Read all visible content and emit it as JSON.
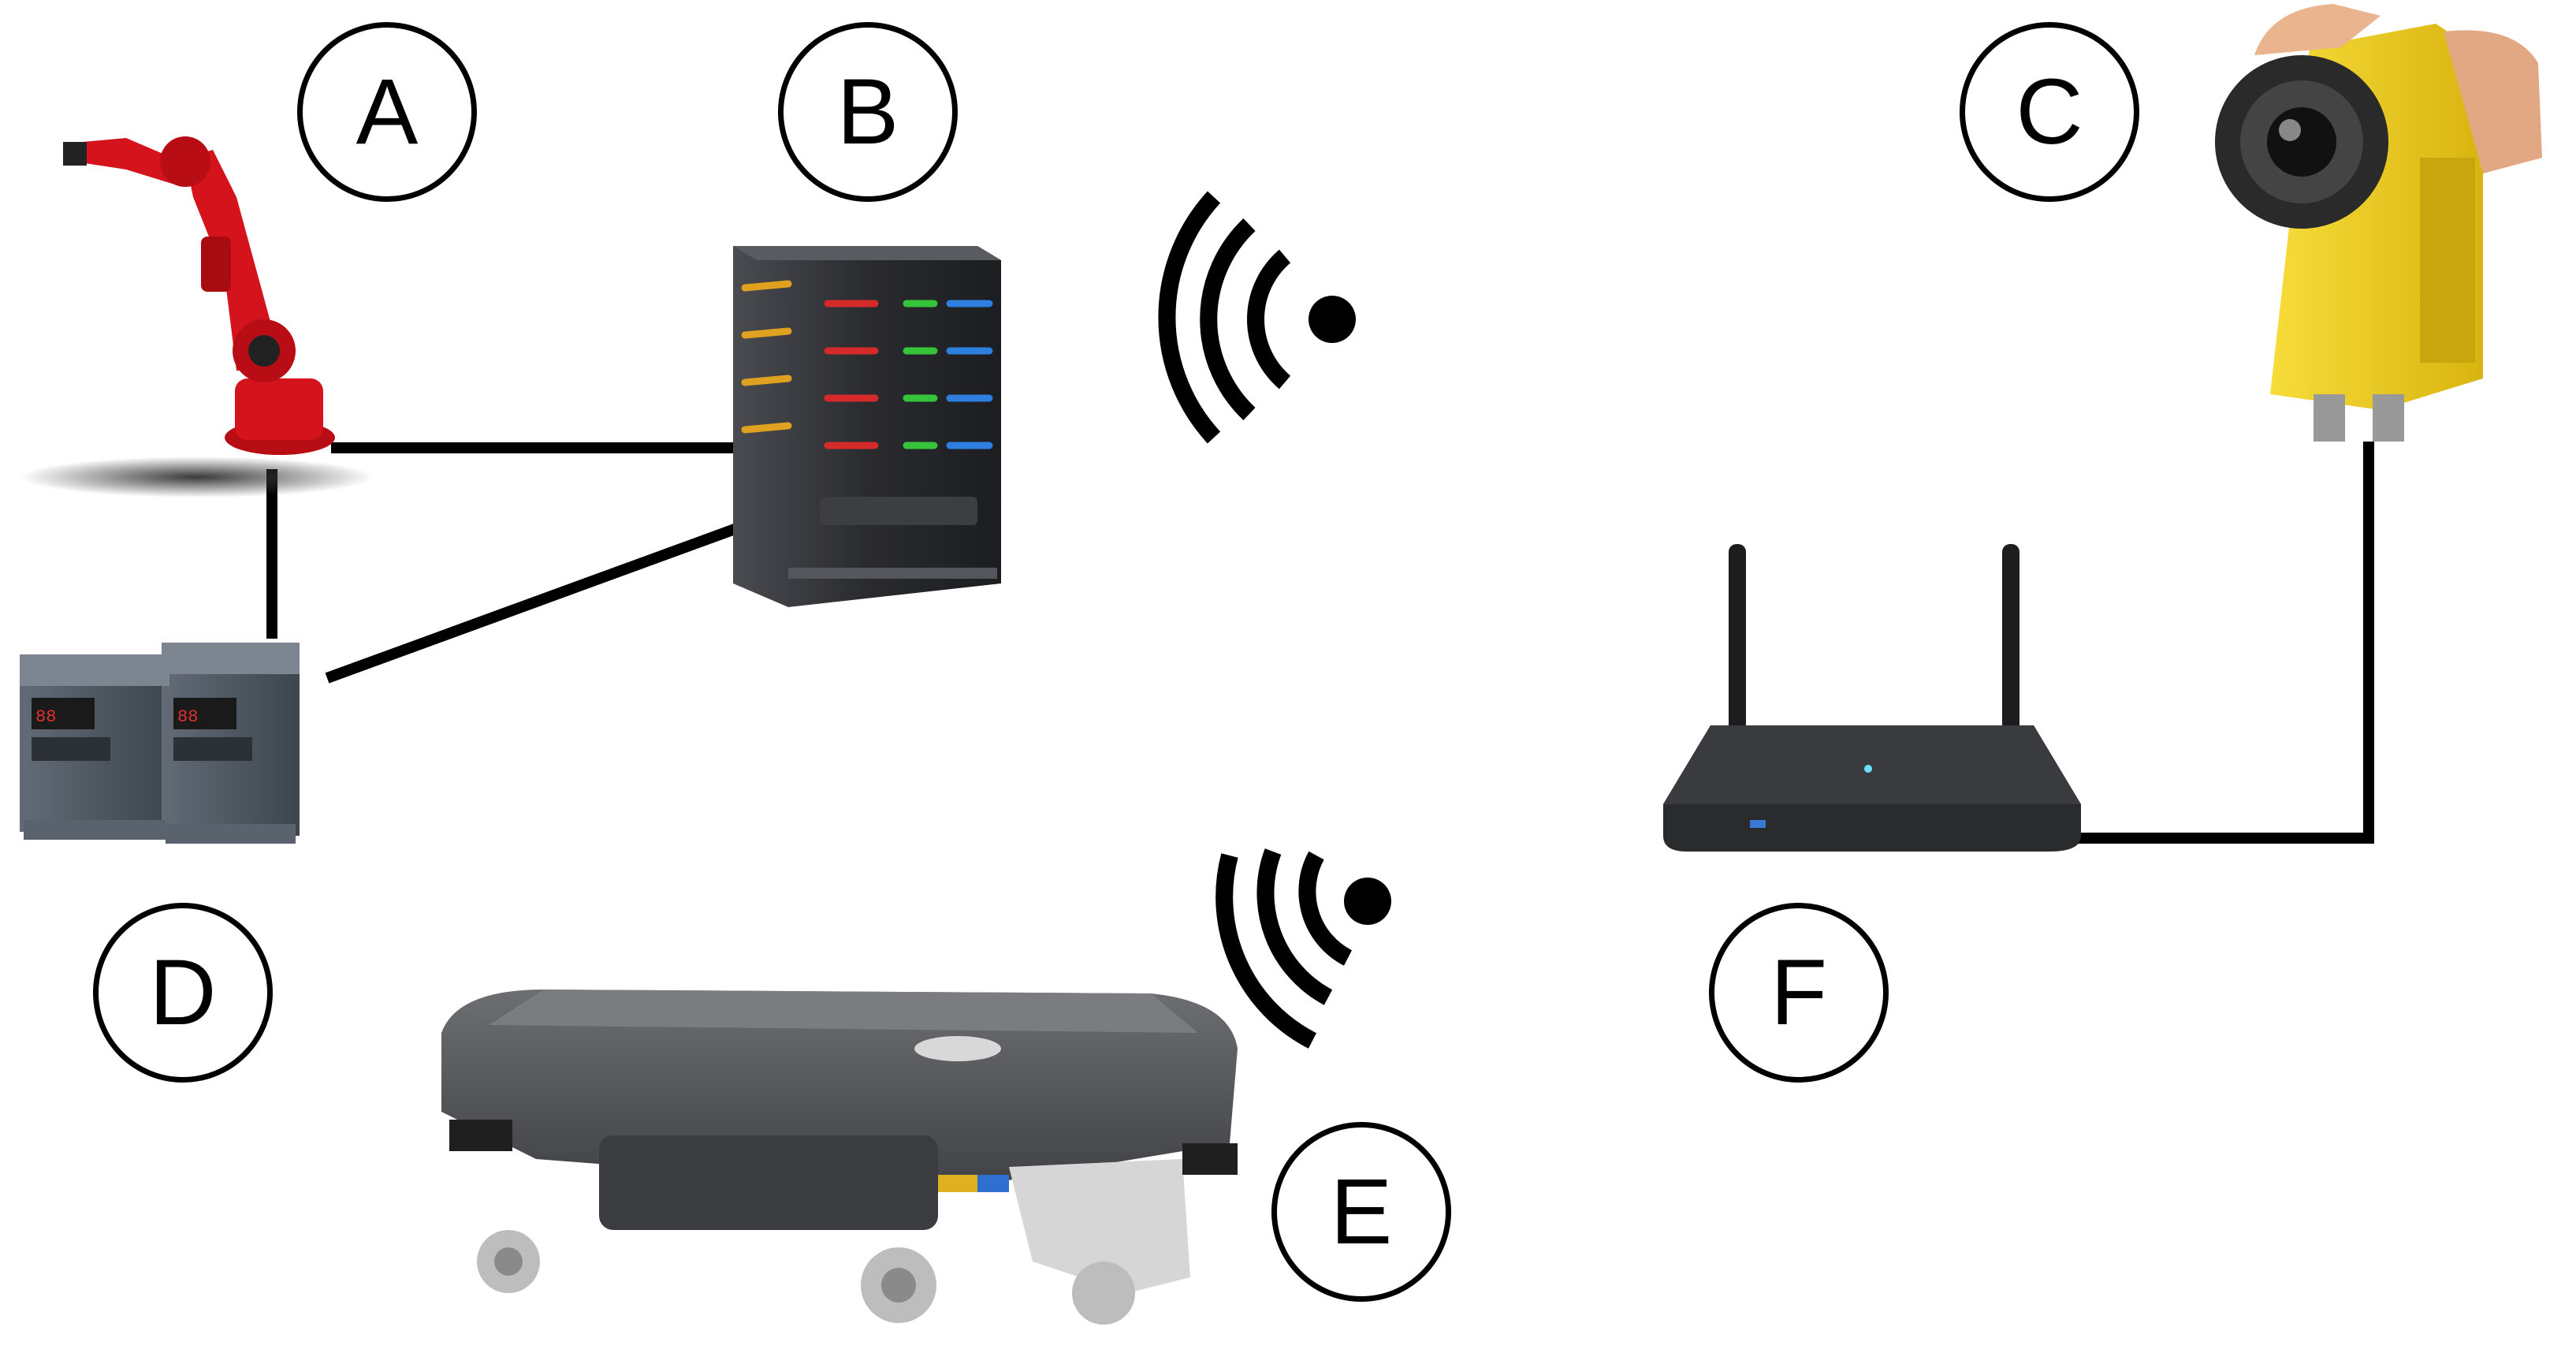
{
  "labels": {
    "a": "A",
    "b": "B",
    "c": "C",
    "d": "D",
    "e": "E",
    "f": "F"
  },
  "devices": [
    {
      "id": "robot-arm",
      "icon": "industrial-robot-arm-icon",
      "color": "#d4131c"
    },
    {
      "id": "server",
      "icon": "server-tower-icon",
      "color": "#2e2f33"
    },
    {
      "id": "camera",
      "icon": "machine-vision-camera-icon",
      "color": "#f2d21a"
    },
    {
      "id": "drives",
      "icon": "variable-frequency-drive-icon",
      "color": "#4c5560"
    },
    {
      "id": "mobile-robot",
      "icon": "mobile-robot-icon",
      "color": "#5b5d60"
    },
    {
      "id": "router",
      "icon": "wifi-router-icon",
      "color": "#2a2b2d"
    }
  ],
  "connections": [
    {
      "from": "robot-arm",
      "to": "server",
      "type": "wired"
    },
    {
      "from": "robot-arm",
      "to": "drives",
      "type": "wired"
    },
    {
      "from": "drives",
      "to": "server",
      "type": "wired"
    },
    {
      "from": "camera",
      "to": "router",
      "type": "wired"
    },
    {
      "from": "server",
      "type": "wireless"
    },
    {
      "from": "mobile-robot",
      "type": "wireless"
    }
  ]
}
